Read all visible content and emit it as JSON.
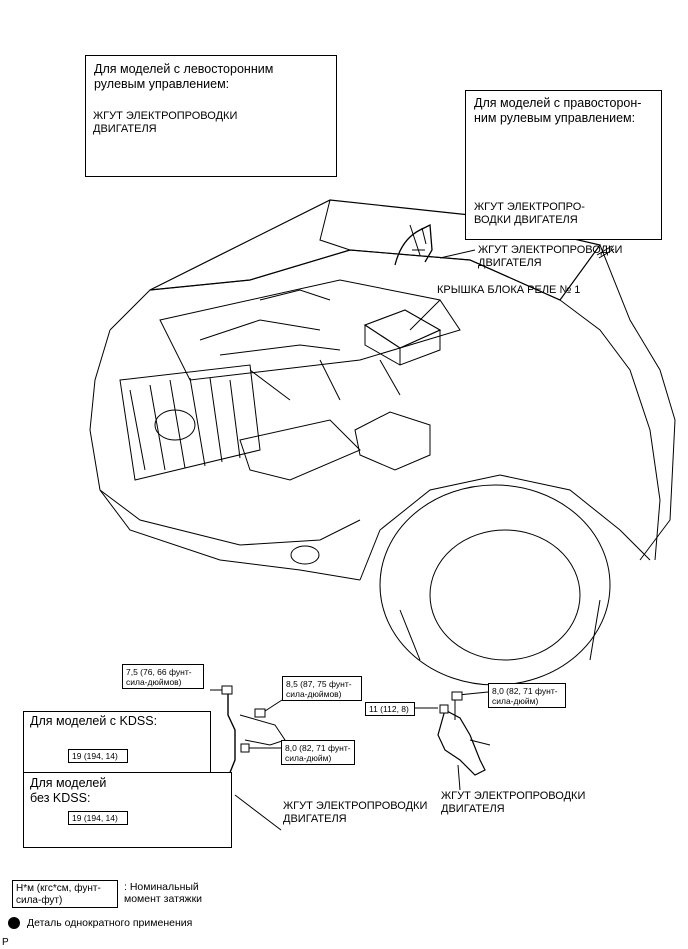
{
  "lhd_box": {
    "title": "Для моделей с левосторонним\nрулевым управлением:",
    "harness_label": "ЖГУТ ЭЛЕКТРОПРОВОДКИ\nДВИГАТЕЛЯ"
  },
  "rhd_box": {
    "title": "Для моделей с правосторон-\nним рулевым управлением:",
    "harness_label": "ЖГУТ ЭЛЕКТРОПРО-\nВОДКИ ДВИГАТЕЛЯ"
  },
  "main_labels": {
    "harness_top": "ЖГУТ ЭЛЕКТРОПРОВОДКИ\nДВИГАТЕЛЯ",
    "relay_cover": "КРЫШКА БЛОКА РЕЛЕ № 1",
    "harness_bottom_left": "ЖГУТ ЭЛЕКТРОПРОВОДКИ\nДВИГАТЕЛЯ",
    "harness_bottom_right": "ЖГУТ ЭЛЕКТРОПРОВОДКИ\nДВИГАТЕЛЯ"
  },
  "torques": {
    "t1": "7,5 (76, 66 фунт-\nсила-дюймов)",
    "t2": "8,5 (87, 75 фунт-\nсила-дюймов)",
    "t3": "8,0 (82, 71 фунт-\nсила-дюйм)",
    "t4": "11 (112, 8)",
    "t5": "8,0 (82, 71 фунт-\nсила-дюйм)",
    "t6": "19 (194, 14)",
    "t7": "19 (194, 14)"
  },
  "kdss": {
    "with": "Для моделей с KDSS:",
    "without": "Для моделей\nбез KDSS:"
  },
  "legend": {
    "torque_box": "Н*м (кгс*см, фунт-\nсила-фут)",
    "torque_desc": ": Номинальный\nмомент затяжки",
    "single_use": "Деталь однократного применения"
  },
  "corner_mark": "P"
}
